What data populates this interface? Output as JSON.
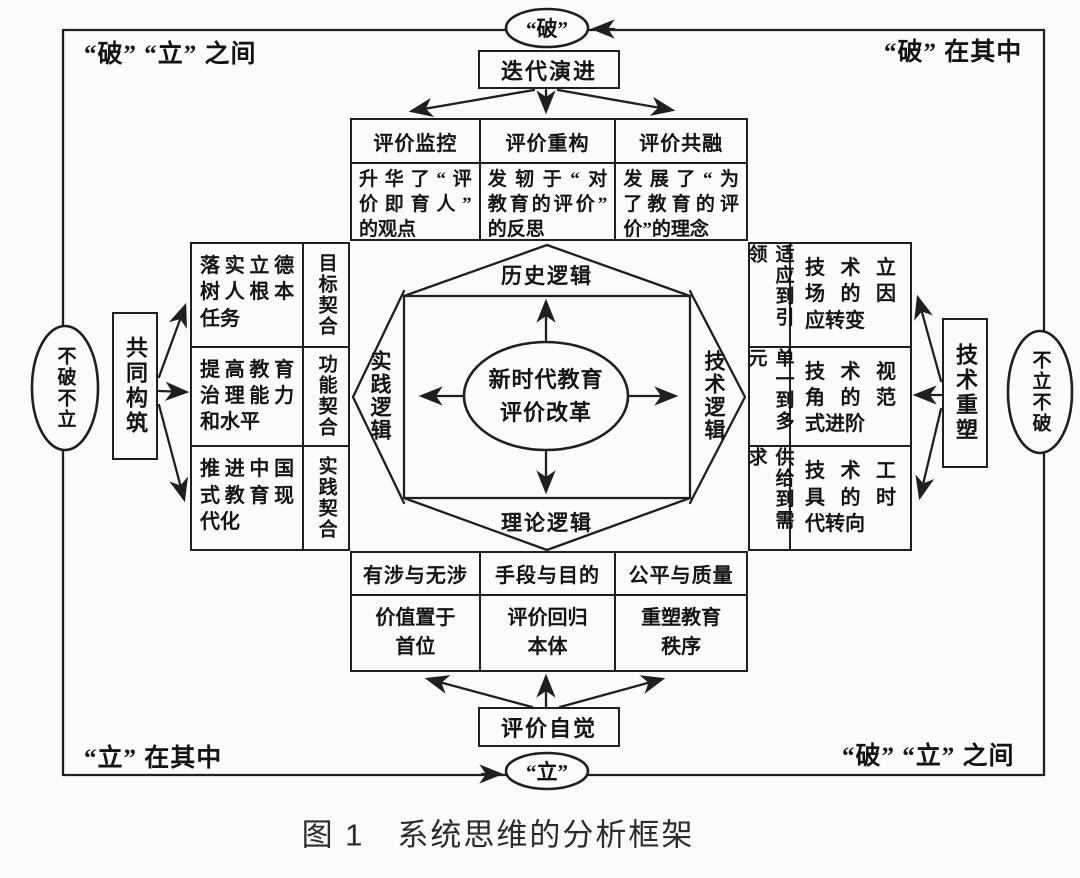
{
  "figure": {
    "caption": "图 1　系统思维的分析框架",
    "colors": {
      "background": "#fbfbfa",
      "line": "#1f1f1f",
      "text": "#141414"
    },
    "outer_loop": {
      "top_ellipse": "“破”",
      "bottom_ellipse": "“立”",
      "left_ellipse": "不破不立",
      "right_ellipse": "不立不破",
      "corner_top_left": "“破” “立” 之间",
      "corner_top_right": "“破” 在其中",
      "corner_bottom_left": "“立” 在其中",
      "corner_bottom_right": "“破” “立” 之间"
    },
    "top_flow": {
      "box": "迭代演进",
      "columns": [
        {
          "header": "评价监控",
          "body": "升华了“评\n价即育人”\n的观点"
        },
        {
          "header": "评价重构",
          "body": "发轫于“对\n教育的评价”\n的反思"
        },
        {
          "header": "评价共融",
          "body": "发展了“为\n了教育的评\n价”的理念"
        }
      ]
    },
    "left_flow": {
      "box": "共同构筑",
      "rows": [
        {
          "task": "落实立德\n树人根本\n任务",
          "fit": "目标契合"
        },
        {
          "task": "提高教育\n治理能力\n和水平",
          "fit": "功能契合"
        },
        {
          "task": "推进中国\n式教育现\n代化",
          "fit": "实践契合"
        }
      ]
    },
    "right_flow": {
      "box": "技术重塑",
      "rows": [
        {
          "shift": "适应到引领",
          "detail": "技术立\n场的因\n应转变"
        },
        {
          "shift": "单一到多元",
          "detail": "技术视\n角的范\n式进阶"
        },
        {
          "shift": "供给到需求",
          "detail": "技术工\n具的时\n代转向"
        }
      ]
    },
    "bottom_flow": {
      "box": "评价自觉",
      "columns": [
        {
          "header": "有涉与无涉",
          "body": "价值置于\n首位"
        },
        {
          "header": "手段与目的",
          "body": "评价回归\n本体"
        },
        {
          "header": "公平与质量",
          "body": "重塑教育\n秩序"
        }
      ]
    },
    "center": {
      "core": "新时代教育\n评价改革",
      "top": "历史逻辑",
      "bottom": "理论逻辑",
      "left": "实践逻辑",
      "right": "技术逻辑"
    }
  }
}
